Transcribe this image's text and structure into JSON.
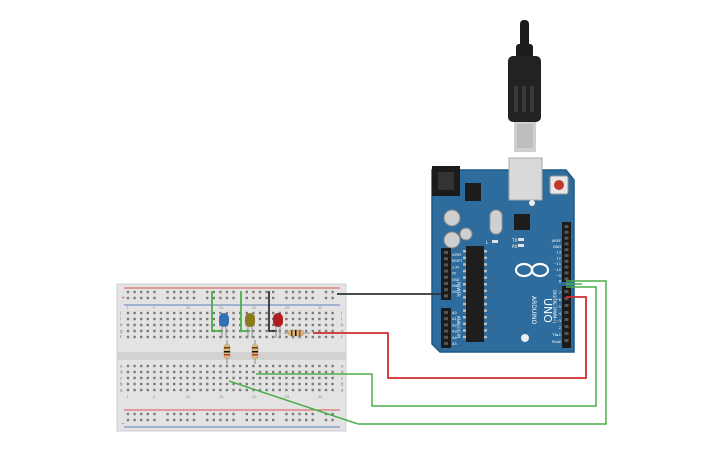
{
  "colors": {
    "board_blue": "#2d6c9c",
    "board_dark": "#22577f",
    "breadboard": "#e5e5e5",
    "rail_red": "#d9534f",
    "rail_blue": "#5b7fbf",
    "wire_green": "#4cae4c",
    "wire_red": "#d12d2d",
    "wire_black": "#333333",
    "led_blue": "#2f6fb5",
    "led_yellow": "#8a7a1e",
    "led_red": "#b01e1e"
  },
  "breadboard": {
    "column_numbers": [
      "1",
      "5",
      "10",
      "15",
      "20",
      "25",
      "30"
    ],
    "row_letters_top": [
      "j",
      "i",
      "h",
      "g",
      "f"
    ],
    "row_letters_bottom": [
      "e",
      "d",
      "c",
      "b",
      "a"
    ],
    "rail_plus": "+",
    "rail_minus": "−"
  },
  "arduino": {
    "logo_text": "ARDUINO",
    "model": "UNO",
    "power_header_label": "POWER",
    "analog_header_label": "ANALOG IN",
    "digital_header_label": "DIGITAL (PWM~)",
    "tx_label": "TX",
    "rx_label": "RX",
    "l_label": "L",
    "top_pins": [
      "AREF",
      "GND",
      "13",
      "12",
      "~11",
      "~10",
      "~9",
      "8"
    ],
    "bottom_pins": [
      "7",
      "~6",
      "~5",
      "4",
      "~3",
      "2",
      "TX▸1",
      "RX◂0"
    ],
    "power_pins": [
      "IOREF",
      "RESET",
      "3.3V",
      "5V",
      "GND",
      "GND",
      "Vin"
    ],
    "analog_pins": [
      "A0",
      "A1",
      "A2",
      "A3",
      "A4",
      "A5"
    ]
  },
  "components": {
    "leds": [
      "blue-led",
      "yellow-led",
      "red-led"
    ],
    "resistors": [
      "resistor-1",
      "resistor-2",
      "resistor-3"
    ],
    "usb": "usb-cable"
  }
}
